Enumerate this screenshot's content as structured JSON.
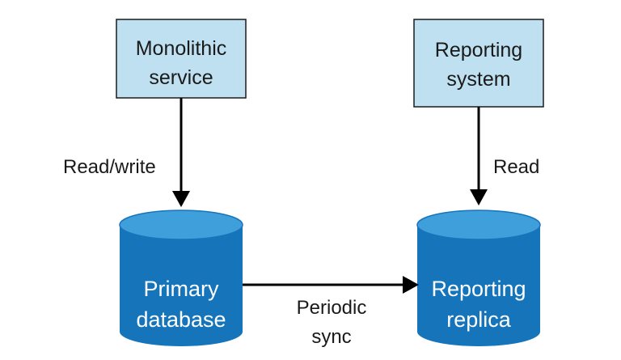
{
  "nodes": {
    "monolith": {
      "line1": "Monolithic",
      "line2": "service"
    },
    "reporting_system": {
      "line1": "Reporting",
      "line2": "system"
    },
    "primary_db": {
      "line1": "Primary",
      "line2": "database"
    },
    "replica_db": {
      "line1": "Reporting",
      "line2": "replica"
    }
  },
  "edges": {
    "readwrite": "Read/write",
    "read": "Read",
    "sync_line1": "Periodic",
    "sync_line2": "sync"
  },
  "colors": {
    "box_fill": "#bfe0f0",
    "cylinder_body": "#1674bb",
    "cylinder_top": "#3e9fdb",
    "arrow": "#000000"
  }
}
